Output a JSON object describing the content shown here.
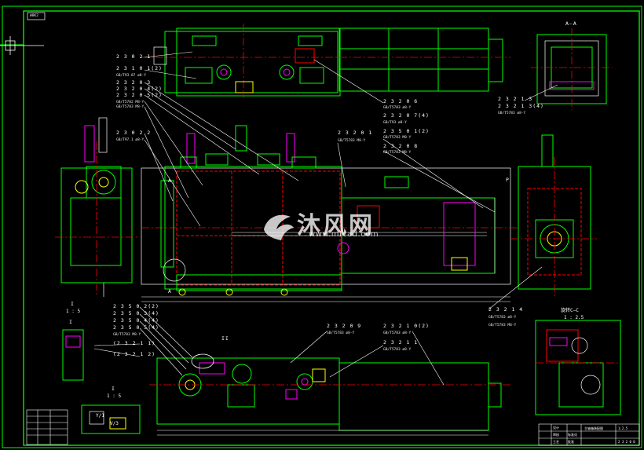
{
  "sheet": {
    "corner_tag": "W8K2",
    "watermark_brand": "沐风网",
    "watermark_url": "www.mfcad.com"
  },
  "labels": {
    "top_left_group": [
      "2 3 0 2 1",
      "2 3 1 0 1(2)",
      "GB/T93-87 ø8-Y",
      "2 3 2 0 3",
      "2 3 2 0 4(2)",
      "2 3 2 0 5(2)",
      "GB/T5782 M8-Y",
      "GB/T5783 M8-Y",
      "2 3 0 2 2",
      "GB/T97.1 ø8-Y"
    ],
    "top_right_group": [
      "2 3 2 0 6",
      "GB/T5783 ø8-Y",
      "2 3 2 0 7(4)",
      "GB/T93 ø8-Y",
      "2 3 5 0 1(2)",
      "GB/T5783 M8-Y",
      "2 3 2 0 8",
      "GB/T5783 M8-Y"
    ],
    "mid_label": [
      "2 3 2 0 1",
      "GB/T5783 M8-Y"
    ],
    "section_aa_title": "A—A",
    "section_aa_labels": [
      "2 3 2 1 3",
      "2 3 2 1 3(4)",
      "GB/T5783 ø8-Y"
    ],
    "lower_right_labels": [
      "2 3 2 1 4",
      "GB/T5783 ø8-Y",
      "GB/T5783 M8-Y"
    ],
    "bottom_left_group": [
      "2 3 5 0 2(2)",
      "2 3 5 0 3(4)",
      "2 3 5 0 4(4)",
      "2 3 5 0 5(4)",
      "GB/T5783 M8-Y",
      "(2 3 2 1 1)",
      "(2 3 2 1 2)"
    ],
    "bottom_mid_labels": [
      "2 3 2 0 9",
      "GB/T5783 ø8-Y"
    ],
    "bottom_right_labels": [
      "2 3 2 1 0(2)",
      "GB/T5783 ø8-Y",
      "2 3 2 1 1",
      "GB/T5783 ø8-Y"
    ],
    "detail_i_top": [
      "I",
      "1 : 5"
    ],
    "detail_i_bottom": [
      "I",
      "1 : 5"
    ],
    "detail_c_title": [
      "旋转C—C",
      "1 : 2.5"
    ],
    "view_a_marks": [
      "A",
      "A"
    ],
    "view_p_mark": "P",
    "detail_mark_ii": "II",
    "detail_mark_i": "I",
    "detail_mark_y": "Y/1",
    "detail_mark_v": "V/3"
  },
  "title_block": {
    "title": "主轴箱装配图",
    "scale": "1:2.5",
    "drawing_no": "2 3 2 0 0",
    "fields": [
      "设计",
      "审核",
      "工艺",
      "标准化",
      "批准"
    ]
  }
}
